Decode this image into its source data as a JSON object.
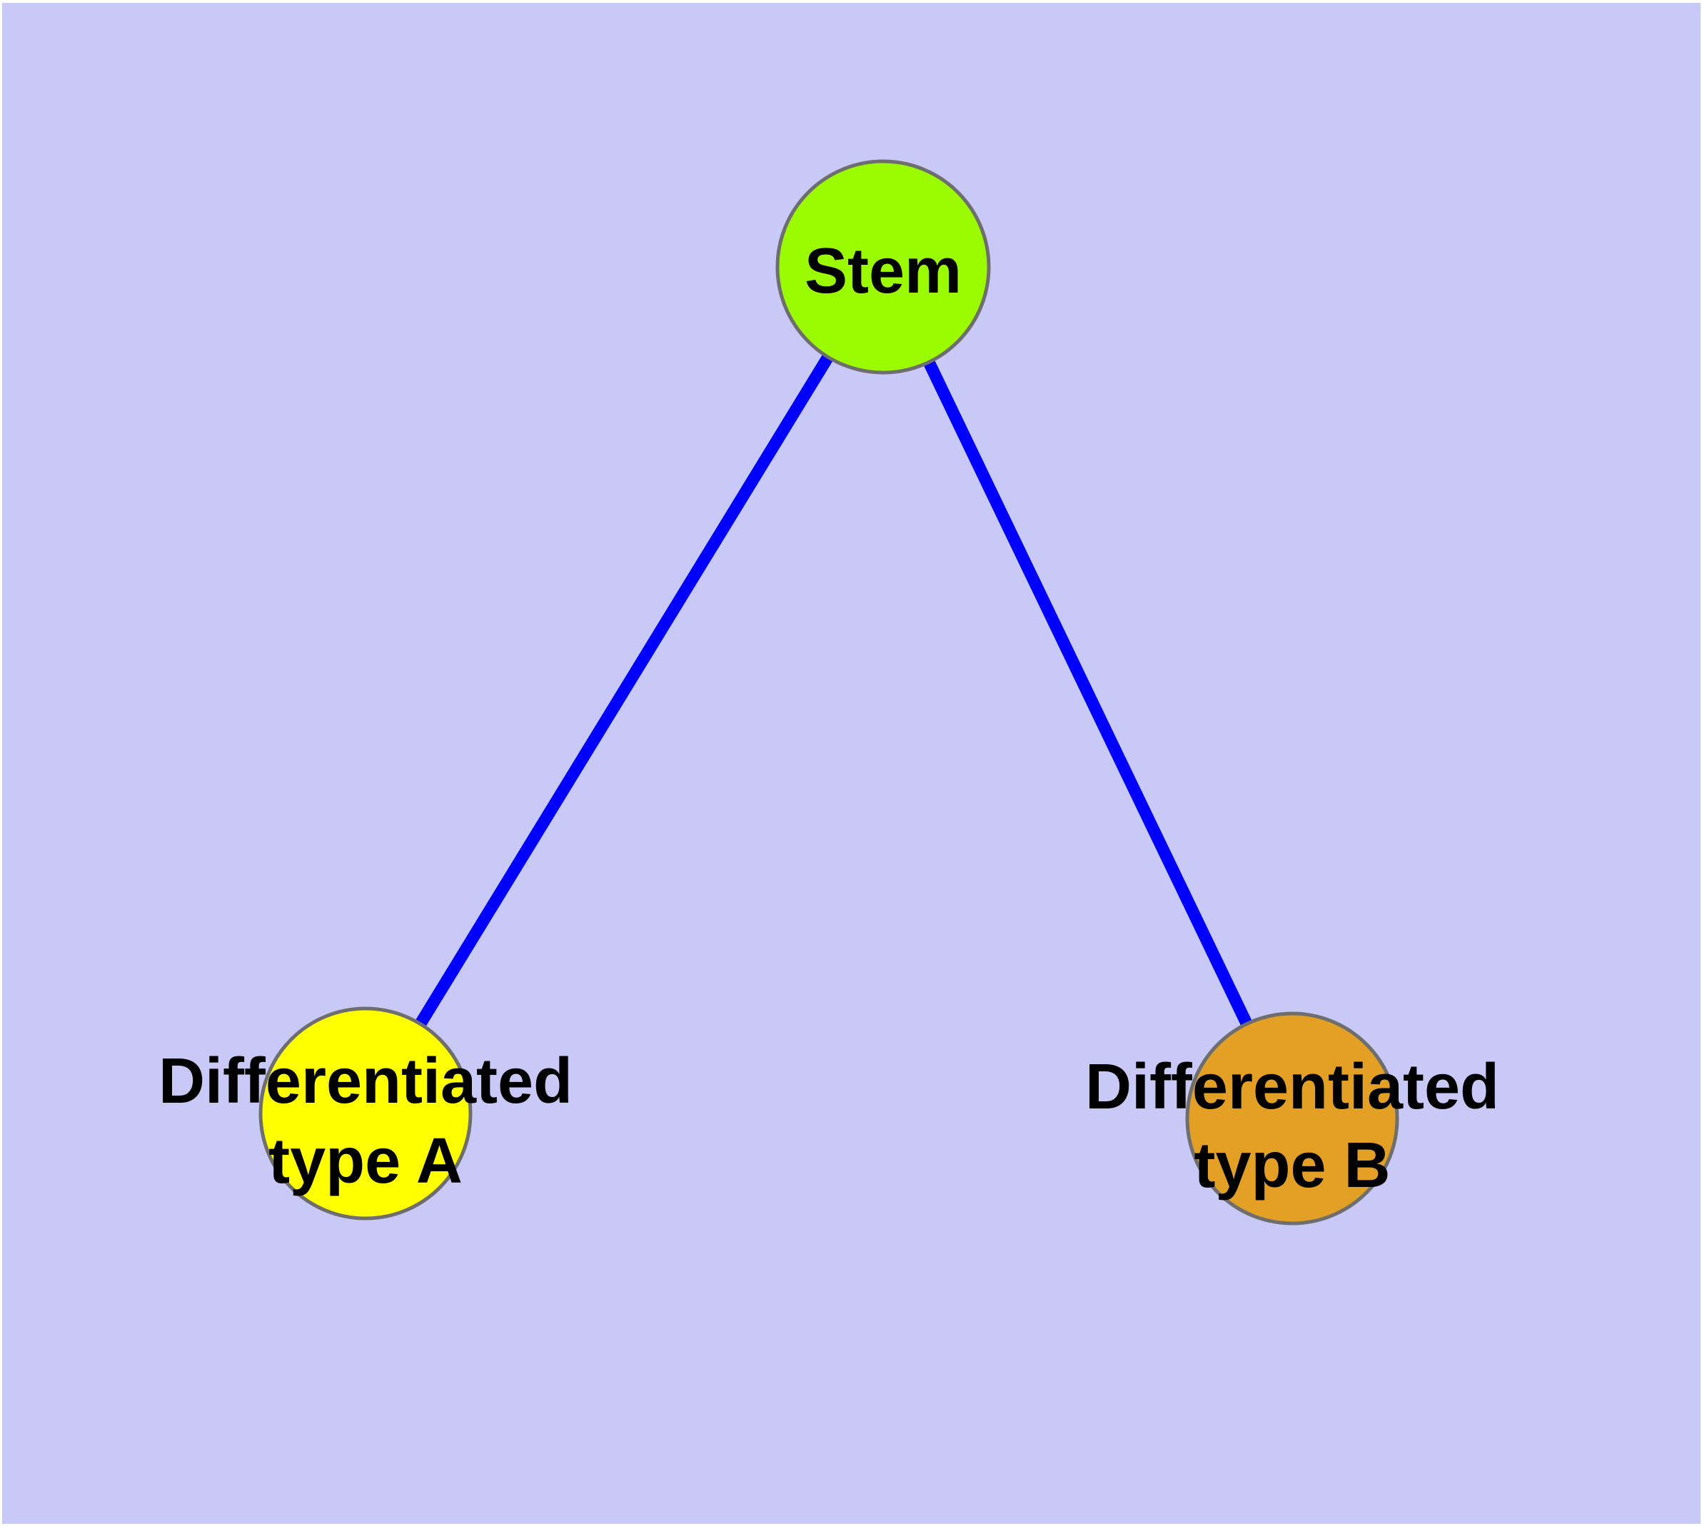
{
  "diagram": {
    "type": "node-link-graph",
    "colors": {
      "background": "#C9C9F7",
      "frame": "#FFFFFF",
      "edge": "#0000FF",
      "node_border": "#6E6E6E",
      "label_text": "#000000"
    },
    "nodes": [
      {
        "id": "stem",
        "label": "Stem",
        "line1": "Stem",
        "line2": "",
        "fill": "#9BFB00"
      },
      {
        "id": "differentiated-type-a",
        "label": "Differentiated type A",
        "line1": "Differentiated",
        "line2": "type A",
        "fill": "#FFFF00"
      },
      {
        "id": "differentiated-type-b",
        "label": "Differentiated type B",
        "line1": "Differentiated",
        "line2": "type B",
        "fill": "#E4A024"
      }
    ],
    "edges": [
      {
        "from": "stem",
        "to": "differentiated-type-a"
      },
      {
        "from": "stem",
        "to": "differentiated-type-b"
      }
    ]
  }
}
